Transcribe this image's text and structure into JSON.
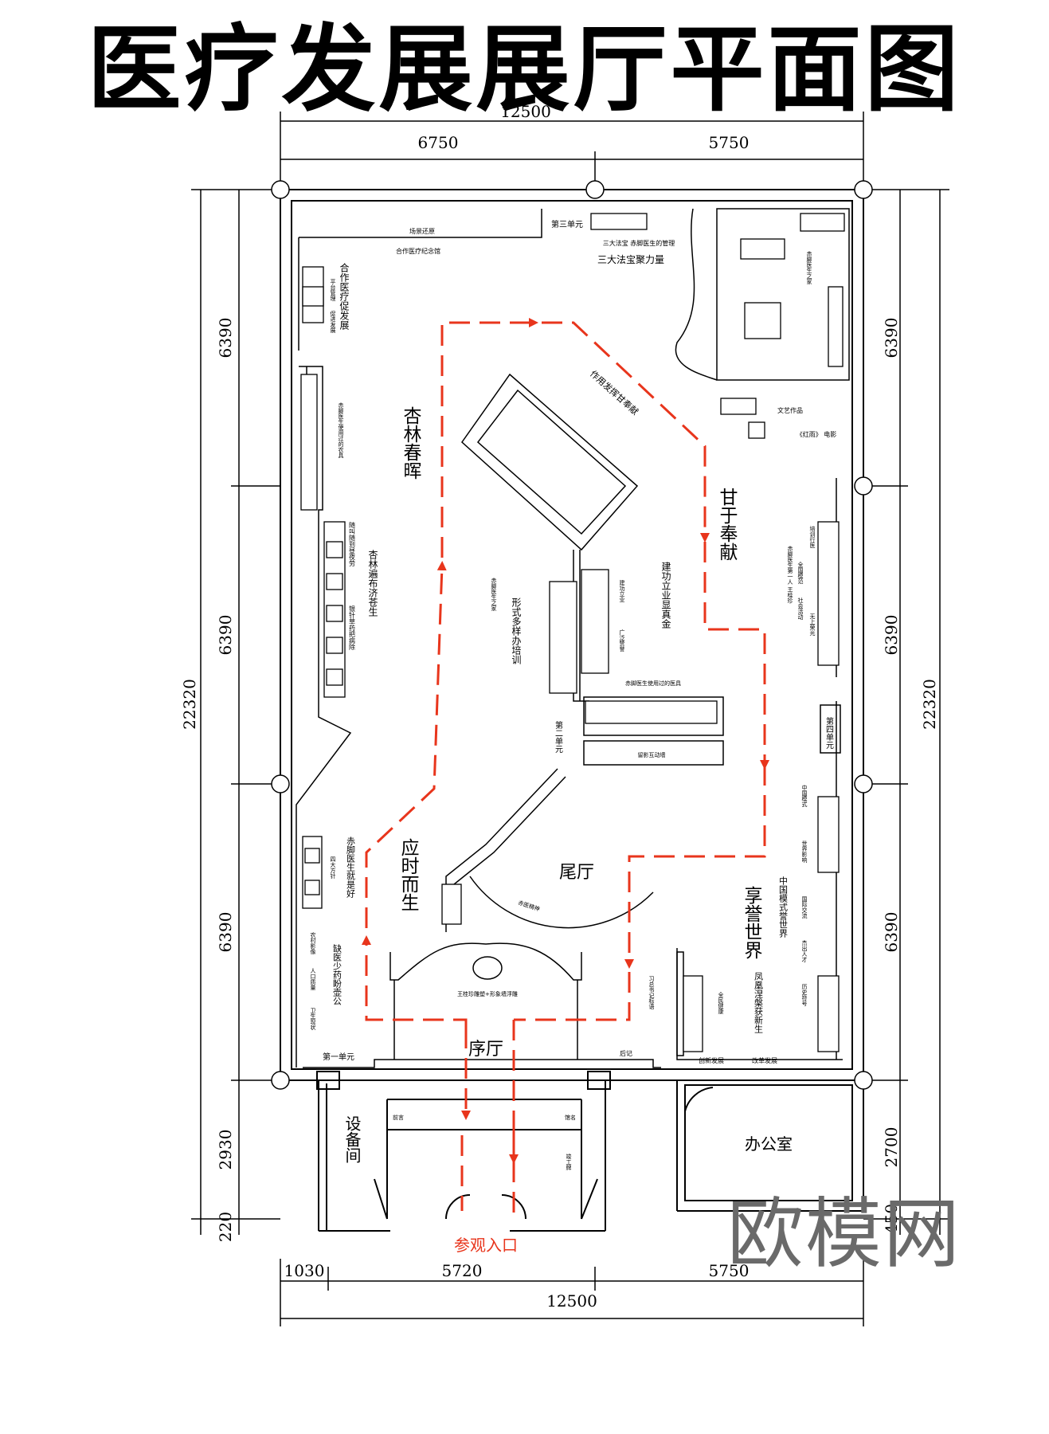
{
  "title": "医疗发展展厅平面图",
  "dimensions": {
    "top_total": "12500",
    "top_left": "6750",
    "top_right": "5750",
    "left_1": "6390",
    "left_2": "6390",
    "left_3": "6390",
    "left_total": "22320",
    "left_4": "2930",
    "left_5": "220",
    "right_1": "6390",
    "right_2": "6390",
    "right_3": "6390",
    "right_total": "22320",
    "right_4": "2700",
    "right_5": "450",
    "bottom_1": "1030",
    "bottom_2": "5720",
    "bottom_3": "5750",
    "bottom_total": "12500"
  },
  "zones": {
    "xinglin": "杏林春晖",
    "ganyu": "甘于奉献",
    "yingshi": "应时而生",
    "xiangyu": "享誉世界",
    "weiting": "尾厅",
    "xuting": "序厅",
    "shebeijian": "设备间",
    "bangongshi": "办公室",
    "entrance": "参观入口"
  },
  "labels": {
    "changjing": "场景还原",
    "hezuo_jinian": "合作医疗纪念馆",
    "unit3": "第三单元",
    "sandafabao": "三大法宝 赤脚医生的管理",
    "sandafabao_jvli": "三大法宝聚力量",
    "hezuo_fazhan": "合作医疗促发展",
    "pingtai": "平台管理",
    "cujin": "促进发展",
    "nongju": "赤脚医生使用过的农具",
    "suijiao": "随叫随到昼夜劳",
    "xinglin_bianbu": "杏林遍布济苍生",
    "yinzhen": "银针草药把病除",
    "chijiao_home": "赤脚医生之家",
    "chijiao_home2": "赤脚医生之家",
    "xingshi": "形式多样办培训",
    "zuoyong": "作用发挥甘奉献",
    "jiangong": "建功立业",
    "guangfan": "广泛赞誉",
    "jiangong_big": "建功立业显真金",
    "yiju": "赤脚医生使用过的医具",
    "unit2": "第二单元",
    "liuying": "留影互动墙",
    "wenyi": "文艺作品",
    "hongyu": "《红雨》 电影",
    "peixun": "培训行医",
    "chijiao_first": "赤脚医生第一人 王桂珍",
    "quanguo": "全国模范",
    "shehui": "社会活动",
    "wushang": "无上荣光",
    "unit4": "第四单元",
    "zhongguo_mo": "中国模式",
    "shijie_ying": "世界影响",
    "zhongguo_moshi": "中国模式誉世界",
    "guoji": "国际交流",
    "jiechu": "杰出人才",
    "lishi": "历史符号",
    "fenghuang": "凤凰涅槃获新生",
    "sida": "四大方针",
    "chijiao_jiu": "赤脚医生就是好",
    "nongcun": "农村影像",
    "renkou": "人口质量",
    "weisheng": "卫生现状",
    "quyi": "缺医少药盼壶公",
    "unit1": "第一单元",
    "chiyi": "赤医精神",
    "wangguizhen": "王桂珍雕塑+形象墙浮雕",
    "xijinping": "习总书记标语",
    "quanmin": "全民健康",
    "houji": "后记",
    "chuangxin": "创新发展",
    "gaige": "改革发展",
    "qianyan": "前言",
    "guanming": "馆名",
    "jungongpai": "竣工牌"
  },
  "watermark": "欧模网",
  "colors": {
    "route": "#e8351c",
    "line": "#000000"
  }
}
